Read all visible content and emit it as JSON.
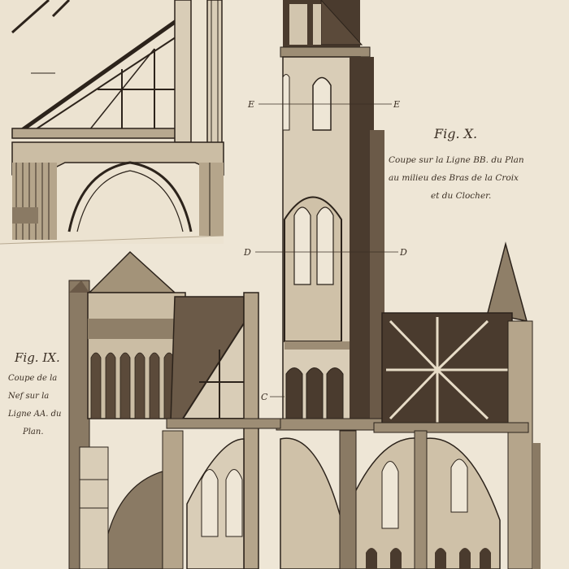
{
  "figure_x": {
    "title": "Fig. X.",
    "caption": [
      "Coupe sur la Ligne BB. du Plan",
      "au milieu des Bras de la Croix",
      "et du Clocher."
    ]
  },
  "figure_ix": {
    "title": "Fig. IX.",
    "caption": [
      "Coupe de la",
      "Nef sur la",
      "Ligne AA. du",
      "Plan."
    ]
  },
  "section_marks": {
    "e_left": "E",
    "e_right": "E",
    "d_left": "D",
    "d_right": "D",
    "c_left": "C"
  },
  "colors": {
    "paper": "#eee6d6",
    "ink": "#2c231b",
    "wash": "#c9bba5",
    "shadow": "#4a3b2e"
  }
}
